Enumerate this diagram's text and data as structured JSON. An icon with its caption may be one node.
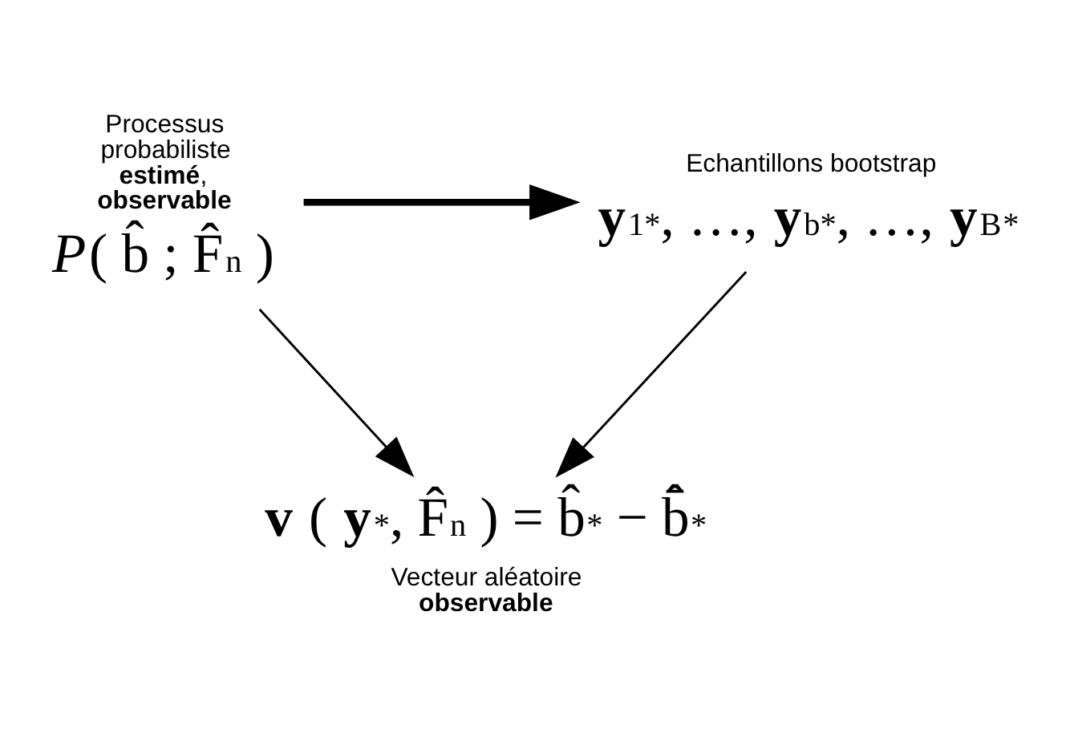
{
  "diagram": {
    "nodes": [
      {
        "text": [
          "Processus probabiliste **estimé**, **observable**",
          "*P*( b̂ ; F̂$_{n}$ )"
        ]
      },
      {
        "text": [
          "Echantillons bootstrap",
          "**y**$_{1}$$^{*}$, …, **y**$_{b}$$^{*}$, …, **y**$_{B}$$^{*}$"
        ]
      },
      {
        "text": [
          "**v** ( **y**$^{*}$, F̂$_{n}$ ) = b̂$^{*}$ − b̂̄$^{*}$",
          "Vecteur aléatoire **observable**"
        ]
      }
    ],
    "edges": [
      {
        "from": 0,
        "to": 1,
        "arrow": "to",
        "style": "thick"
      },
      {
        "from": 0,
        "to": 2,
        "arrow": "to"
      },
      {
        "from": 1,
        "to": 2,
        "arrow": "to"
      }
    ]
  }
}
